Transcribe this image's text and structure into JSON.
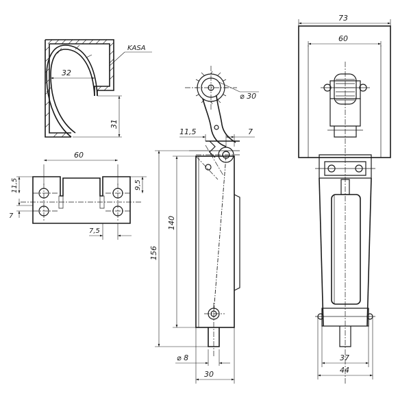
{
  "profile": {
    "material_label": "KASA",
    "width_dim": "32",
    "height_dim": "31"
  },
  "mount_plate": {
    "width_dim": "60",
    "hole_vertical_dim": "11,5",
    "hole_right_dim": "9,5",
    "hole_gap_dim": "7",
    "hole_offset_dim": "7,5"
  },
  "side_view": {
    "wheel_dia_dim": "⌀ 30",
    "offset_left_dim": "11,5",
    "offset_right_dim": "7",
    "inner_height_dim": "140",
    "total_height_dim": "156",
    "pin_dia_dim": "⌀ 8",
    "base_width_dim": "30"
  },
  "front_view": {
    "overall_width_dim": "73",
    "inner_width_dim": "60",
    "lower_inner_dim": "37",
    "lower_outer_dim": "44"
  }
}
